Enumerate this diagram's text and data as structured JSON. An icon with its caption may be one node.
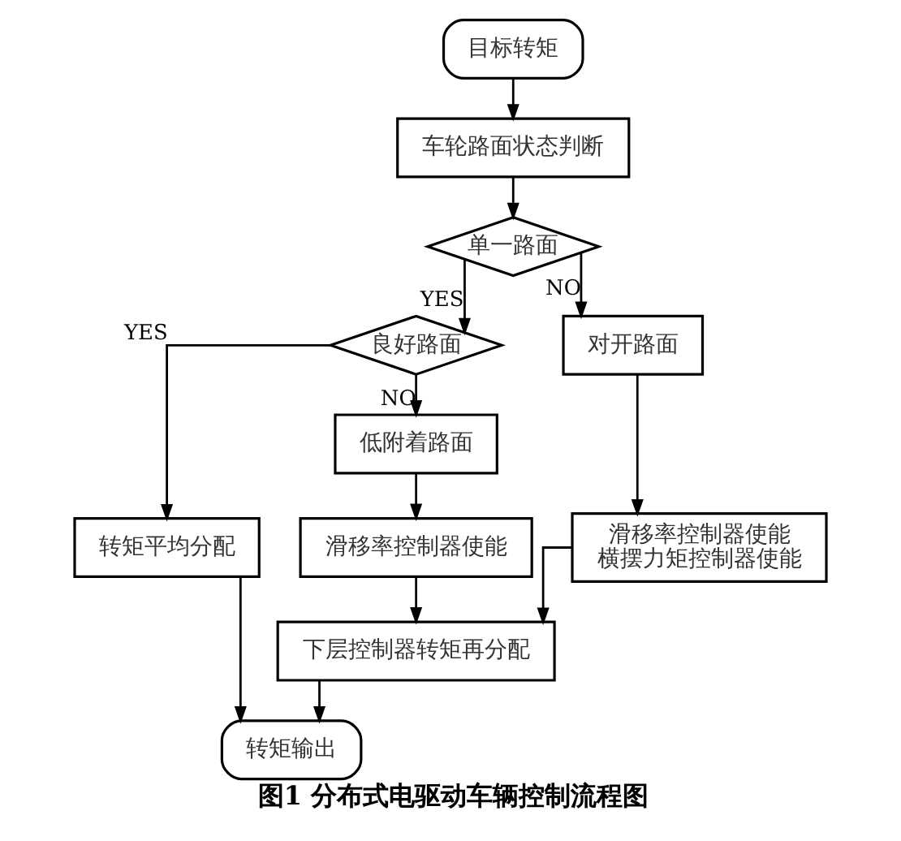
{
  "diagram": {
    "caption": "图1 分布式电驱动车辆控制流程图",
    "nodes": [
      {
        "text": [
          "目标转矩"
        ]
      },
      {
        "text": [
          "车轮路面状态判断"
        ]
      },
      {
        "text": [
          "单一路面"
        ]
      },
      {
        "text": [
          "良好路面"
        ]
      },
      {
        "text": [
          "对开路面"
        ]
      },
      {
        "text": [
          "低附着路面"
        ]
      },
      {
        "text": [
          "转矩平均分配"
        ]
      },
      {
        "text": [
          "滑移率控制器使能"
        ]
      },
      {
        "text": [
          "滑移率控制器使能",
          "横摆力矩控制器使能"
        ]
      },
      {
        "text": [
          "下层控制器转矩再分配"
        ]
      },
      {
        "text": [
          "转矩输出"
        ]
      }
    ],
    "edges": [
      {
        "from": 0,
        "to": 1,
        "arrow": "to"
      },
      {
        "from": 1,
        "to": 2,
        "arrow": "to"
      },
      {
        "from": 2,
        "to": 3,
        "arrow": "to",
        "label": "YES"
      },
      {
        "from": 2,
        "to": 4,
        "arrow": "to",
        "label": "NO"
      },
      {
        "from": 3,
        "to": 5,
        "arrow": "to",
        "label": "NO"
      },
      {
        "from": 3,
        "to": 6,
        "arrow": "to",
        "label": "YES"
      },
      {
        "from": 4,
        "to": 8,
        "arrow": "to"
      },
      {
        "from": 5,
        "to": 7,
        "arrow": "to"
      },
      {
        "from": 7,
        "to": 9,
        "arrow": "to"
      },
      {
        "from": 8,
        "to": 9,
        "arrow": "to"
      },
      {
        "from": 6,
        "to": 10,
        "arrow": "to"
      },
      {
        "from": 9,
        "to": 10,
        "arrow": "to"
      }
    ]
  }
}
